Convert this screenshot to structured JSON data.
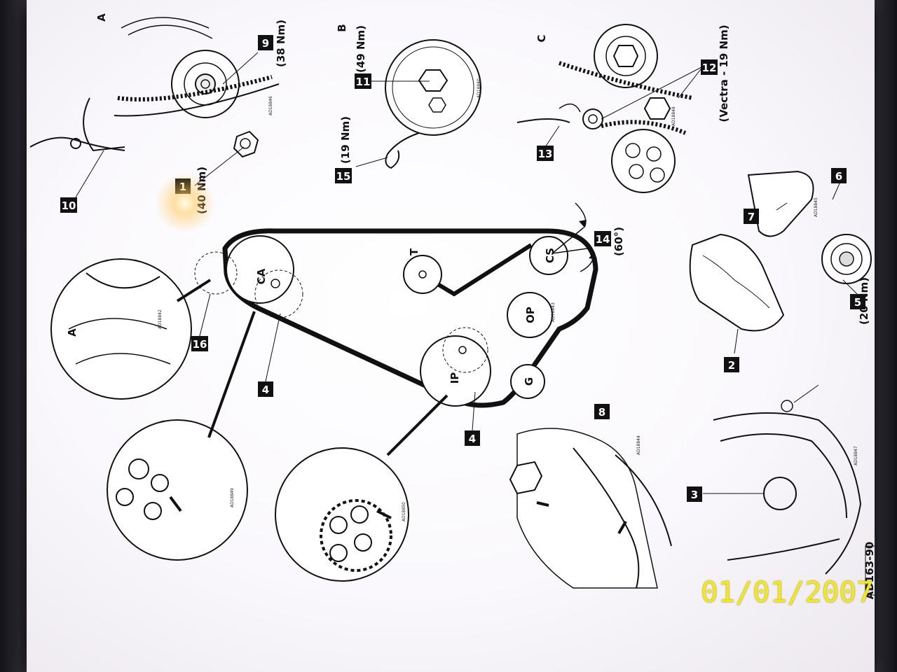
{
  "diagram": {
    "panels": {
      "a": "A",
      "b": "B",
      "c": "C"
    },
    "pulleys": {
      "camshaft": "CA",
      "tensioner": "T",
      "crankshaft": "CS",
      "oil_pump": "OP",
      "injection_pump": "IP",
      "guide": "G"
    },
    "callouts": [
      {
        "id": "c1",
        "number": "1",
        "torque": "(40 Nm)"
      },
      {
        "id": "c2",
        "number": "2",
        "torque": ""
      },
      {
        "id": "c3",
        "number": "3",
        "torque": ""
      },
      {
        "id": "c4a",
        "number": "4",
        "torque": ""
      },
      {
        "id": "c4b",
        "number": "4",
        "torque": ""
      },
      {
        "id": "c5",
        "number": "5",
        "torque": "(20 Nm)"
      },
      {
        "id": "c6",
        "number": "6",
        "torque": ""
      },
      {
        "id": "c7",
        "number": "7",
        "torque": ""
      },
      {
        "id": "c8",
        "number": "8",
        "torque": ""
      },
      {
        "id": "c9",
        "number": "9",
        "torque": "(38 Nm)"
      },
      {
        "id": "c10",
        "number": "10",
        "torque": ""
      },
      {
        "id": "c11",
        "number": "11",
        "torque": "(49 Nm)"
      },
      {
        "id": "c12",
        "number": "12",
        "torque": "(Vectra - 19 Nm)"
      },
      {
        "id": "c13",
        "number": "13",
        "torque": ""
      },
      {
        "id": "c14",
        "number": "14",
        "torque": "(60°)"
      },
      {
        "id": "c15",
        "number": "15",
        "torque": "(19 Nm)"
      },
      {
        "id": "c16",
        "number": "16",
        "torque": ""
      }
    ],
    "detail_mark": "A",
    "figure_code": "AD163-90",
    "small_codes": [
      "AD18846",
      "AD18840",
      "AD18848",
      "AD18842",
      "AD18849",
      "AD18850",
      "AD18843",
      "AD18844",
      "AD18845",
      "AD18847"
    ]
  },
  "camera": {
    "date_stamp": "01/01/2007"
  }
}
